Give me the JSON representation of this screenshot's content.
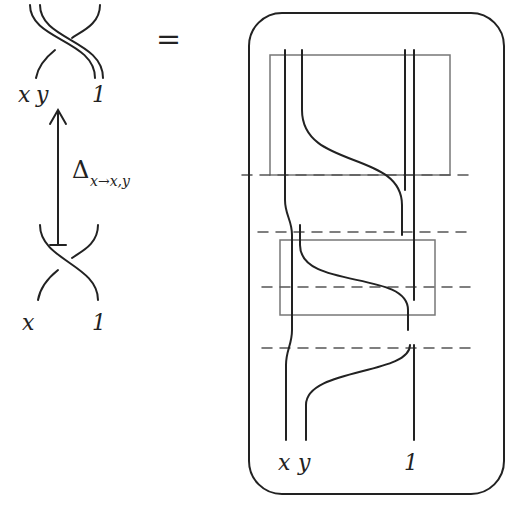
{
  "diagram": {
    "nodes": [
      {
        "text": [
          "x",
          "y",
          "1"
        ]
      }
    ],
    "labels": [
      "x",
      "y",
      "1",
      "Δ",
      "x→x,y",
      "x",
      "1",
      "="
    ]
  }
}
